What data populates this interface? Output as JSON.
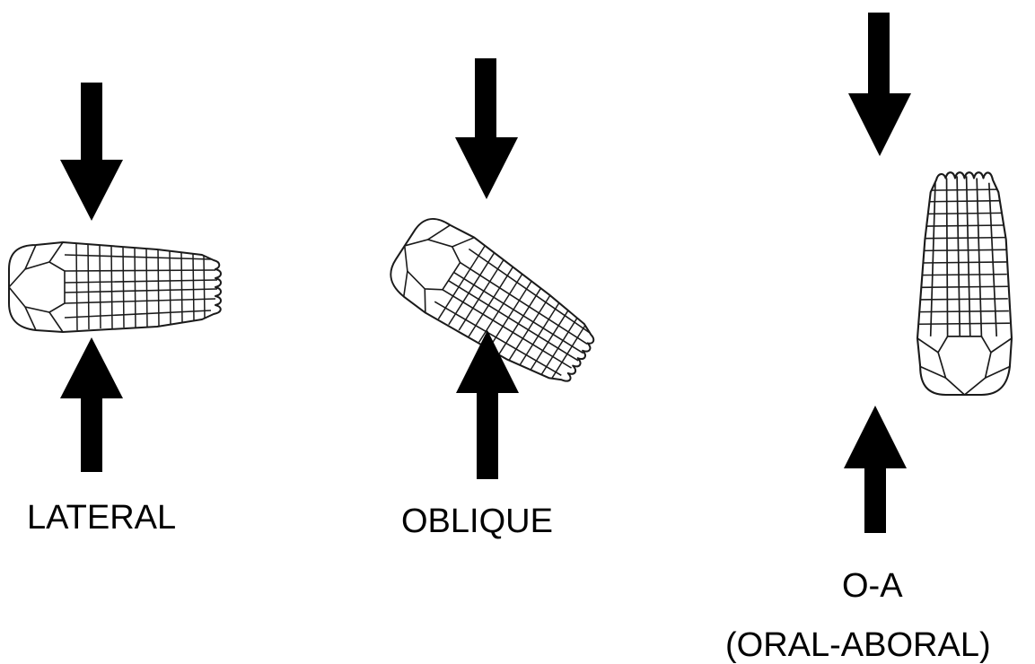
{
  "labels": {
    "lateral": "LATERAL",
    "oblique": "OBLIQUE",
    "oa": "O-A",
    "oa_full": "(ORAL-ABORAL)"
  },
  "colors": {
    "arrow": "#000000",
    "kernel_outline": "#1a1a1a",
    "background": "#ffffff"
  },
  "icons": {
    "arrow_down": "arrow-down-icon",
    "arrow_up": "arrow-up-icon",
    "kernel": "corn-ear-icon"
  }
}
